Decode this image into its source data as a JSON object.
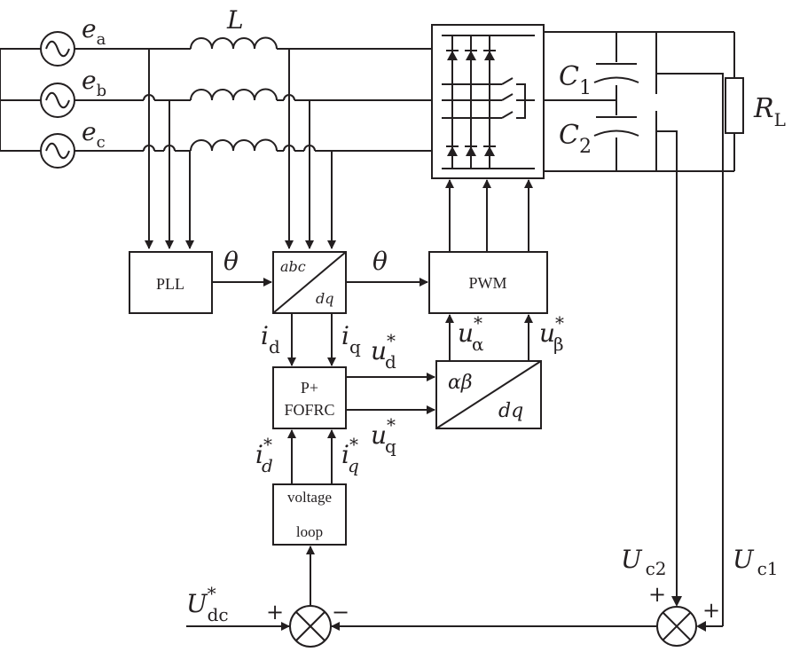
{
  "sources": {
    "ea": {
      "sym": "e",
      "sub": "a"
    },
    "eb": {
      "sym": "e",
      "sub": "b"
    },
    "ec": {
      "sym": "e",
      "sub": "c"
    }
  },
  "inductor_label": "L",
  "capacitors": {
    "c1": {
      "sym": "C",
      "sub": "1"
    },
    "c2": {
      "sym": "C",
      "sub": "2"
    }
  },
  "load": {
    "sym": "R",
    "sub": "L"
  },
  "blocks": {
    "pll": "PLL",
    "pwm": "PWM",
    "abc_dq": {
      "top": "abc",
      "bottom": "dq"
    },
    "alphabeta_dq": {
      "top": "αβ",
      "bottom": "dq"
    },
    "controller": {
      "line1": "P+",
      "line2": "FOFRC"
    },
    "voltage_loop": {
      "line1": "voltage",
      "line2": "loop"
    }
  },
  "signals": {
    "theta_1": "θ",
    "theta_2": "θ",
    "id": {
      "sym": "i",
      "sub": "d"
    },
    "iq": {
      "sym": "i",
      "sub": "q"
    },
    "ud_ref": {
      "sym": "u",
      "sub": "d",
      "sup": "*"
    },
    "uq_ref": {
      "sym": "u",
      "sub": "q",
      "sup": "*"
    },
    "ualpha_ref": {
      "sym": "u",
      "sub": "α",
      "sup": "*"
    },
    "ubeta_ref": {
      "sym": "u",
      "sub": "β",
      "sup": "*"
    },
    "id_ref": {
      "sym": "i",
      "sub": "d",
      "sup": "*"
    },
    "iq_ref": {
      "sym": "i",
      "sub": "q",
      "sup": "*"
    },
    "udc_ref": {
      "sym": "U",
      "sub": "dc",
      "sup": "*"
    },
    "uc1": {
      "sym": "U",
      "sub": "c1"
    },
    "uc2": {
      "sym": "U",
      "sub": "c2"
    }
  },
  "signs": {
    "left_plus": "+",
    "left_minus": "−",
    "right_plus_uc2": "+",
    "right_plus_uc1": "+"
  }
}
